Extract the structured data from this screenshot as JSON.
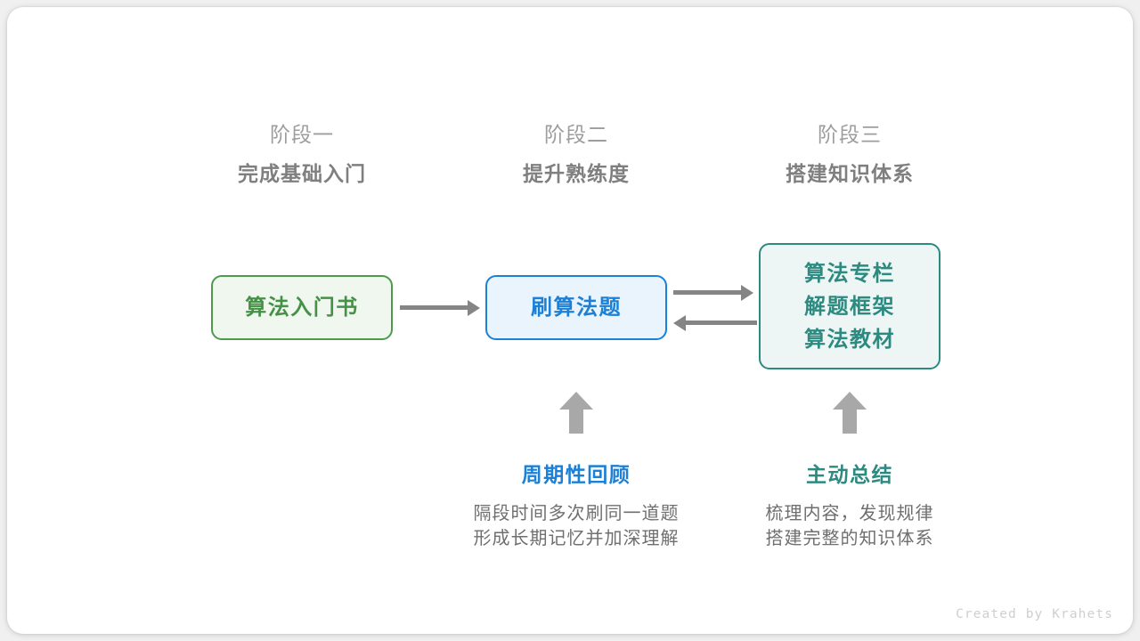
{
  "stages": [
    {
      "top": "阶段一",
      "sub": "完成基础入门"
    },
    {
      "top": "阶段二",
      "sub": "提升熟练度"
    },
    {
      "top": "阶段三",
      "sub": "搭建知识体系"
    }
  ],
  "nodes": {
    "book": {
      "lines": [
        "算法入门书"
      ],
      "color": "#459247",
      "border": "#4d9a4e",
      "fill": "#eff7ef"
    },
    "practice": {
      "lines": [
        "刷算法题"
      ],
      "color": "#1b80d6",
      "border": "#1b80d6",
      "fill": "#e9f4fd"
    },
    "resources": {
      "lines": [
        "算法专栏",
        "解题框架",
        "算法教材"
      ],
      "color": "#2d8a81",
      "border": "#2d8a81",
      "fill": "#edf6f4"
    }
  },
  "notes": [
    {
      "title": "周期性回顾",
      "color": "#1b80d6",
      "lines": [
        "隔段时间多次刷同一道题",
        "形成长期记忆并加深理解"
      ]
    },
    {
      "title": "主动总结",
      "color": "#2d8a81",
      "lines": [
        "梳理内容，发现规律",
        "搭建完整的知识体系"
      ]
    }
  ],
  "arrows": {
    "book_to_practice": "arrow-right",
    "practice_to_resources": "arrow-right",
    "resources_to_practice": "arrow-left",
    "review_up": "arrow-up",
    "summary_up": "arrow-up",
    "color": "#858585",
    "up_color": "#a8a8a8"
  },
  "credit": "Created by Krahets"
}
